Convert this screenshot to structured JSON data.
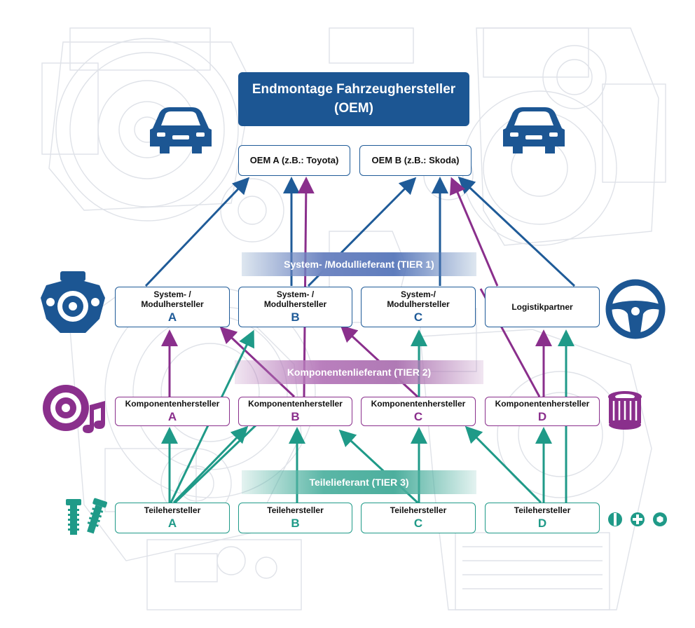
{
  "oem_main": {
    "line1": "Endmontage Fahrzeughersteller",
    "line2": "(OEM)"
  },
  "oem_a": "OEM A (z.B.: Toyota)",
  "oem_b": "OEM B (z.B.: Skoda)",
  "bands": {
    "tier1": "System- /Modullieferant (TIER 1)",
    "tier2": "Komponentenlieferant (TIER 2)",
    "tier3": "Teilelieferant (TIER 3)"
  },
  "tier1": [
    {
      "line1": "System- /",
      "line2": "Modulhersteller",
      "letter": "A"
    },
    {
      "line1": "System- /",
      "line2": "Modulhersteller",
      "letter": "B"
    },
    {
      "line1": "System-/",
      "line2": "Modulhersteller",
      "letter": "C"
    },
    {
      "line1": "Logistikpartner",
      "line2": "",
      "letter": ""
    }
  ],
  "tier2": [
    {
      "label": "Komponentenhersteller",
      "letter": "A"
    },
    {
      "label": "Komponentenhersteller",
      "letter": "B"
    },
    {
      "label": "Komponentenhersteller",
      "letter": "C"
    },
    {
      "label": "Komponentenhersteller",
      "letter": "D"
    }
  ],
  "tier3": [
    {
      "label": "Teilehersteller",
      "letter": "A"
    },
    {
      "label": "Teilehersteller",
      "letter": "B"
    },
    {
      "label": "Teilehersteller",
      "letter": "C"
    },
    {
      "label": "Teilehersteller",
      "letter": "D"
    }
  ],
  "colors": {
    "blue": "#1f5b98",
    "purple": "#8a2f8c",
    "teal": "#1f9a88",
    "dark_blue": "#1c5693"
  },
  "icons": [
    "car-icon",
    "car-icon",
    "engine-icon",
    "steering-wheel-icon",
    "speaker-icon",
    "air-filter-icon",
    "screw-icon",
    "fastener-heads-icon"
  ]
}
